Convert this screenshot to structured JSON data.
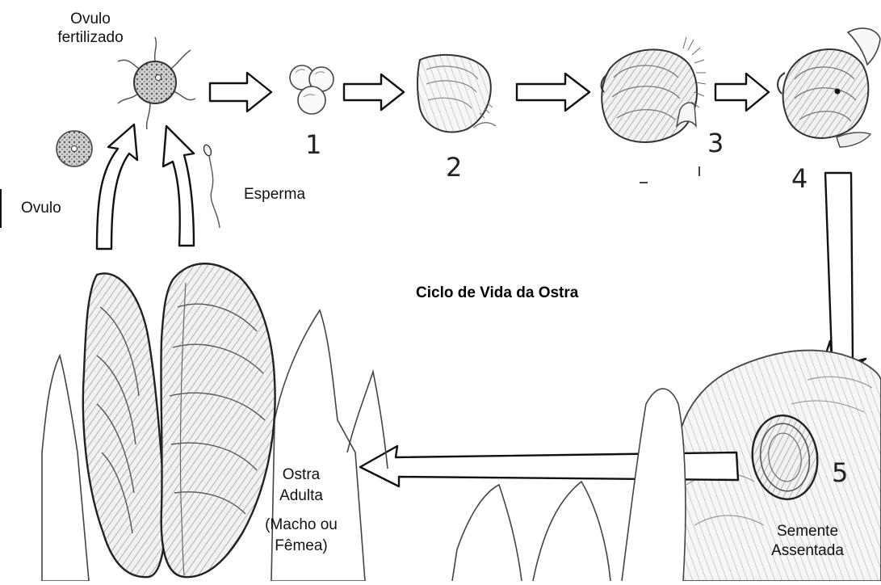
{
  "title": "Ciclo de Vida da Ostra",
  "labels": {
    "fertilized_egg_line1": "Ovulo",
    "fertilized_egg_line2": "fertilizado",
    "egg": "Ovulo",
    "sperm": "Esperma",
    "adult_line1": "Ostra",
    "adult_line2": "Adulta",
    "adult_line3": "(Macho ou",
    "adult_line4": "Fêmea)",
    "spat_line1": "Semente",
    "spat_line2": "Assentada"
  },
  "stages": [
    "1",
    "2",
    "3",
    "4",
    "5"
  ],
  "colors": {
    "ink": "#111111",
    "arrow_fill": "#ffffff",
    "background": "#ffffff",
    "shell_shade": "#9a9a9a"
  }
}
